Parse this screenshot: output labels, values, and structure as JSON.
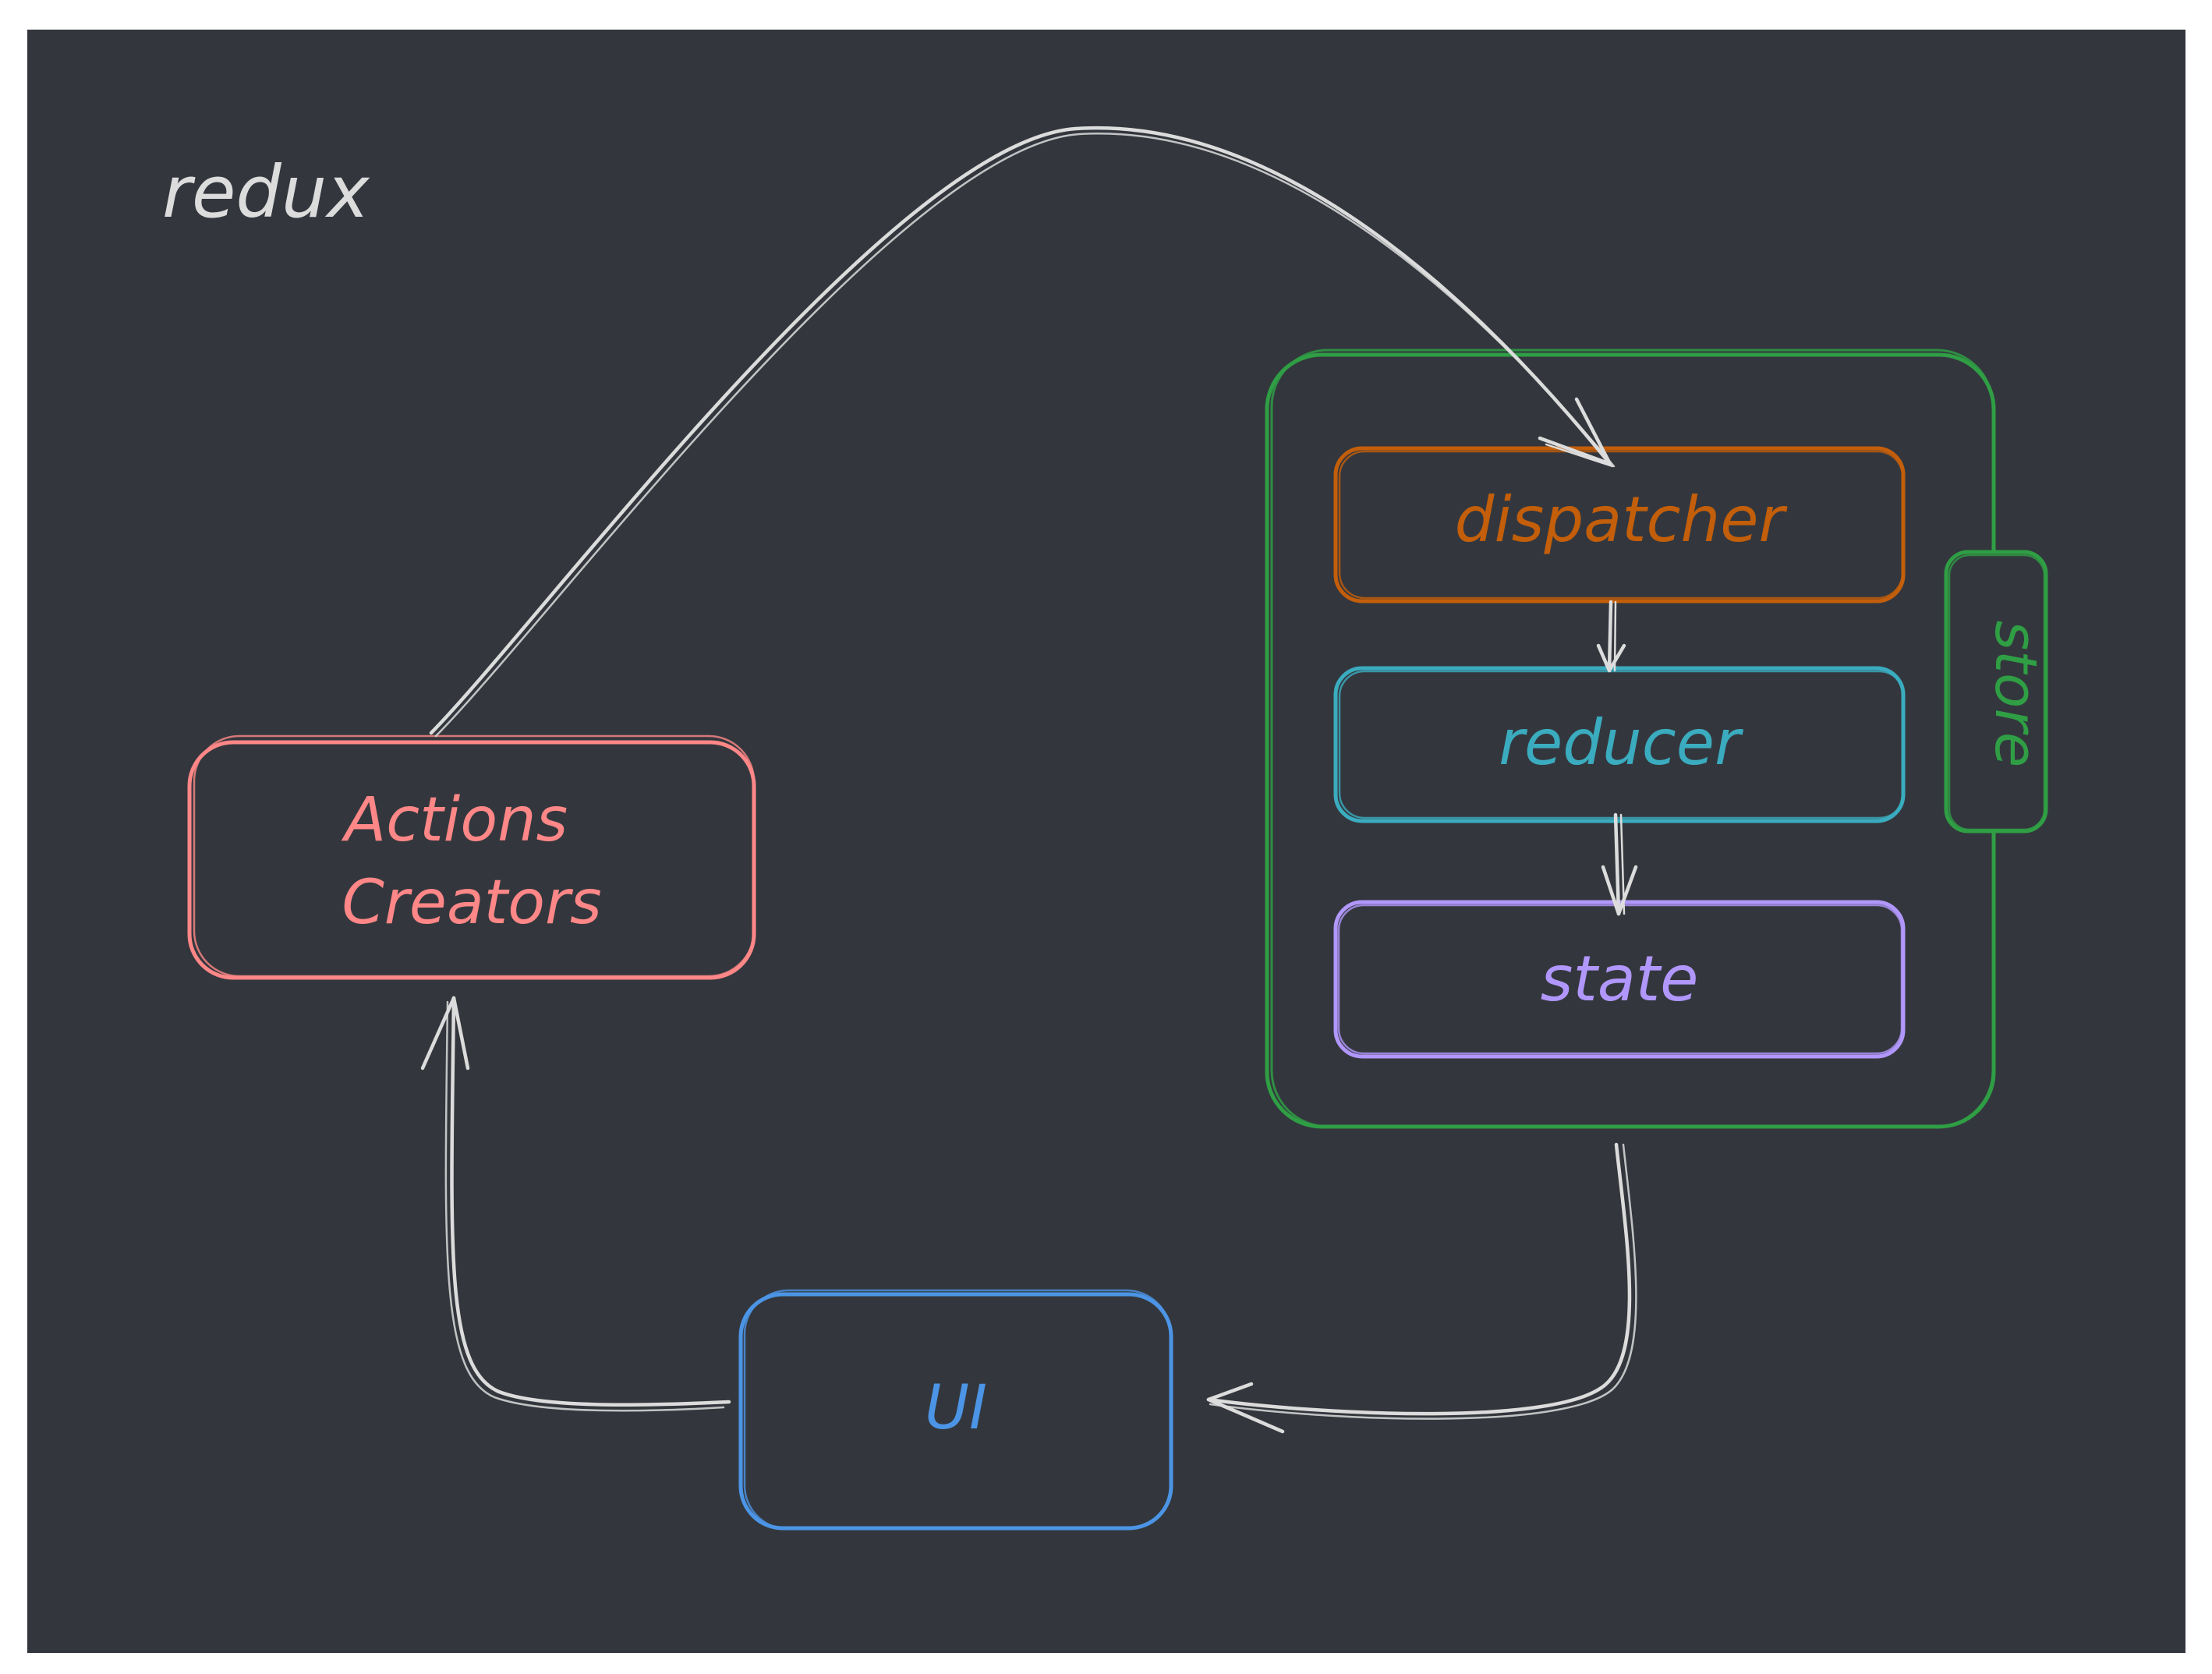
{
  "diagram": {
    "title": "redux",
    "nodes": {
      "actions_creators": {
        "line1": "Actions",
        "line2": "Creators",
        "color": "#ff8787"
      },
      "store": {
        "label": "store",
        "color": "#2f9e44"
      },
      "dispatcher": {
        "label": "dispatcher",
        "color": "#c35e0a"
      },
      "reducer": {
        "label": "reducer",
        "color": "#3bacbf"
      },
      "state": {
        "label": "state",
        "color": "#b197fc"
      },
      "ui": {
        "label": "UI",
        "color": "#4c95e6"
      }
    },
    "edges": [
      {
        "from": "actions_creators",
        "to": "dispatcher"
      },
      {
        "from": "dispatcher",
        "to": "reducer"
      },
      {
        "from": "reducer",
        "to": "state"
      },
      {
        "from": "store",
        "to": "ui"
      },
      {
        "from": "ui",
        "to": "actions_creators"
      }
    ],
    "colors": {
      "background": "#33373d",
      "arrow": "#dcdcdc",
      "title": "#dcdcdc"
    }
  }
}
